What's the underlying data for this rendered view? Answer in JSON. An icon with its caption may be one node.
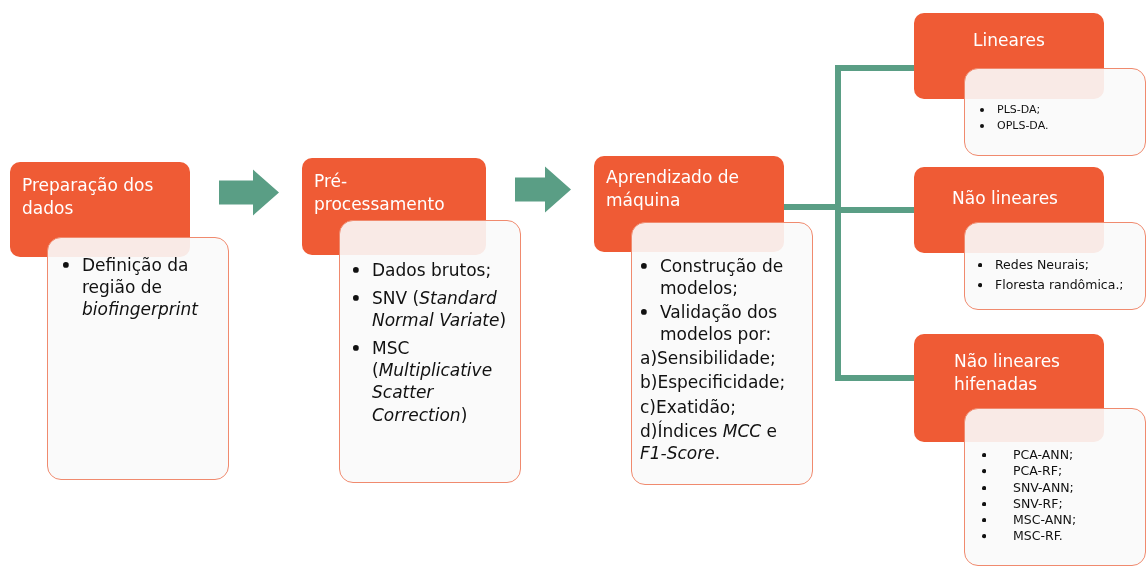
{
  "diagram": {
    "nodes": [
      {
        "text": [
          "Preparação dos dados"
        ]
      },
      {
        "text": [
          "Definição da região de *biofingerprint*"
        ]
      },
      {
        "text": [
          "Pré-processamento"
        ]
      },
      {
        "text": [
          "Dados brutos;",
          "SNV (*Standard Normal Variate*)",
          "MSC (*Multiplicative Scatter Correction*)"
        ]
      },
      {
        "text": [
          "Aprendizado de máquina"
        ]
      },
      {
        "text": [
          "Construção de modelos;",
          "Validação dos modelos por:",
          "a)Sensibilidade;",
          "b)Especificidade;",
          "c)Exatidão;",
          "d)Índices *MCC* e *F1-Score*."
        ]
      },
      {
        "text": [
          "Lineares"
        ]
      },
      {
        "text": [
          "PLS-DA;",
          "OPLS-DA."
        ]
      },
      {
        "text": [
          "Não lineares"
        ]
      },
      {
        "text": [
          "Redes Neurais;",
          "Floresta randômica.;"
        ]
      },
      {
        "text": [
          "Não lineares hifenadas"
        ]
      },
      {
        "text": [
          "PCA-ANN;",
          "PCA-RF;",
          "SNV-ANN;",
          "SNV-RF;",
          "MSC-ANN;",
          "MSC-RF."
        ]
      }
    ],
    "edges": [
      {
        "from": 0,
        "to": 2,
        "arrow": "to",
        "style": "thick"
      },
      {
        "from": 2,
        "to": 4,
        "arrow": "to",
        "style": "thick"
      },
      {
        "from": 4,
        "to": 6,
        "arrow": "none"
      },
      {
        "from": 4,
        "to": 8,
        "arrow": "none"
      },
      {
        "from": 4,
        "to": 10,
        "arrow": "none"
      }
    ]
  }
}
